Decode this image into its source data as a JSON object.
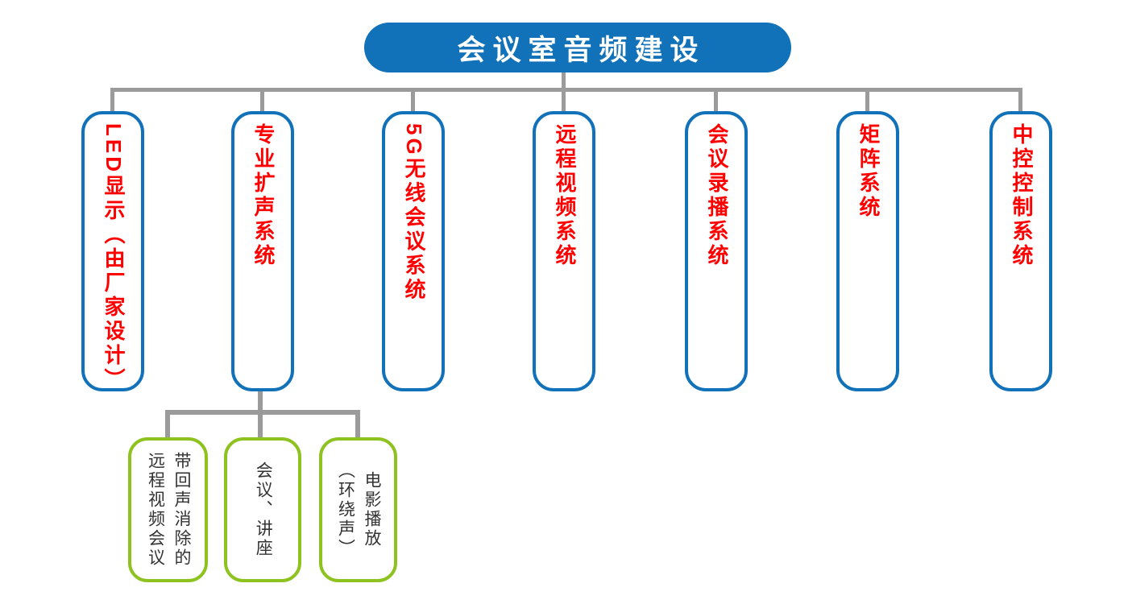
{
  "title": "会议室音频建设",
  "colors": {
    "primary_blue": "#1171b9",
    "accent_red": "#ff0000",
    "branch_green": "#8dc21f",
    "connector_gray": "#9b9b9b"
  },
  "tree": {
    "root": "会议室音频建设",
    "children": [
      {
        "label": "LED显示（由厂家设计）"
      },
      {
        "label": "专业扩声系统",
        "children": [
          {
            "label": "带回声消除的\n远程视频会议"
          },
          {
            "label": "会议、讲座"
          },
          {
            "label": "电影播放\n（环绕声）"
          }
        ]
      },
      {
        "label": "5G无线会议系统"
      },
      {
        "label": "远程视频系统"
      },
      {
        "label": "会议录播系统"
      },
      {
        "label": "矩阵系统"
      },
      {
        "label": "中控控制系统"
      }
    ]
  }
}
